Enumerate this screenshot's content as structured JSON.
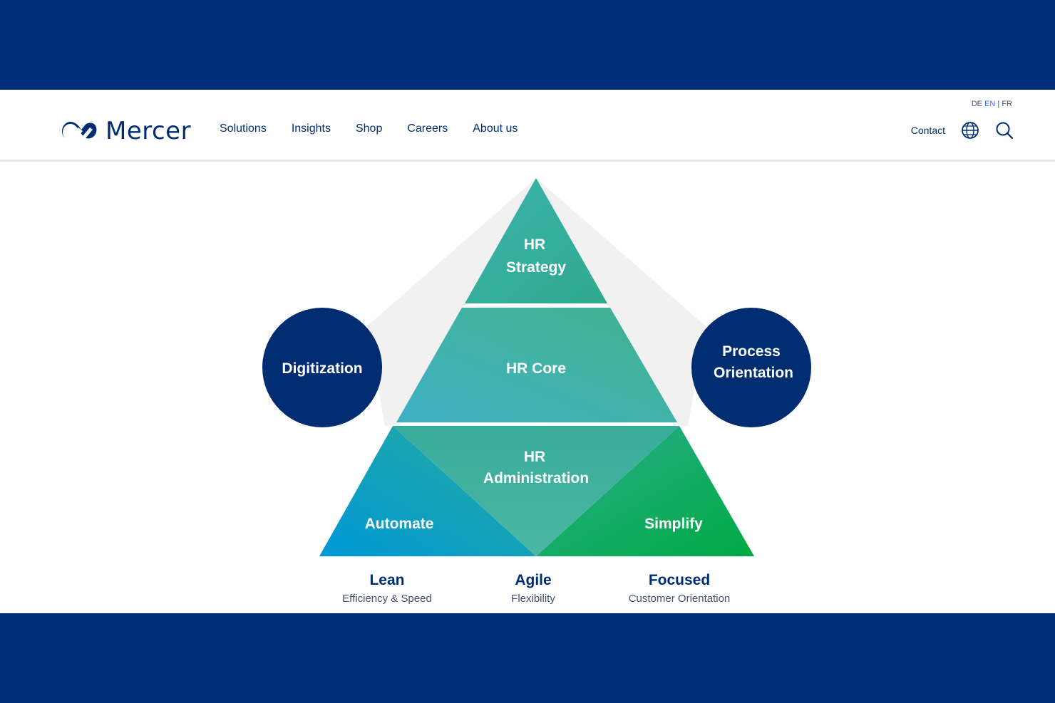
{
  "brand": {
    "name": "Mercer",
    "color": "#002d72",
    "accent": "#00a3a0"
  },
  "nav": {
    "items": [
      {
        "label": "Solutions"
      },
      {
        "label": "Insights"
      },
      {
        "label": "Shop"
      },
      {
        "label": "Careers"
      },
      {
        "label": "About us"
      }
    ]
  },
  "language": {
    "de": "DE",
    "en": "EN",
    "fr": "FR",
    "separator": "|"
  },
  "utility": {
    "contact_label": "Contact",
    "globe_icon": "globe-icon",
    "search_icon": "search-icon"
  },
  "diagram": {
    "top": {
      "line1": "HR",
      "line2": "Strategy"
    },
    "middle": {
      "label": "HR Core"
    },
    "bottom_center": {
      "line1": "HR",
      "line2": "Administration"
    },
    "bottom_left": {
      "label": "Automate"
    },
    "bottom_right": {
      "label": "Simplify"
    },
    "circle_left": {
      "label": "Digitization"
    },
    "circle_right": {
      "line1": "Process",
      "line2": "Orientation"
    },
    "footer": [
      {
        "title": "Lean",
        "subtitle": "Efficiency & Speed"
      },
      {
        "title": "Agile",
        "subtitle": "Flexibility"
      },
      {
        "title": "Focused",
        "subtitle": "Customer Orientation"
      }
    ]
  }
}
